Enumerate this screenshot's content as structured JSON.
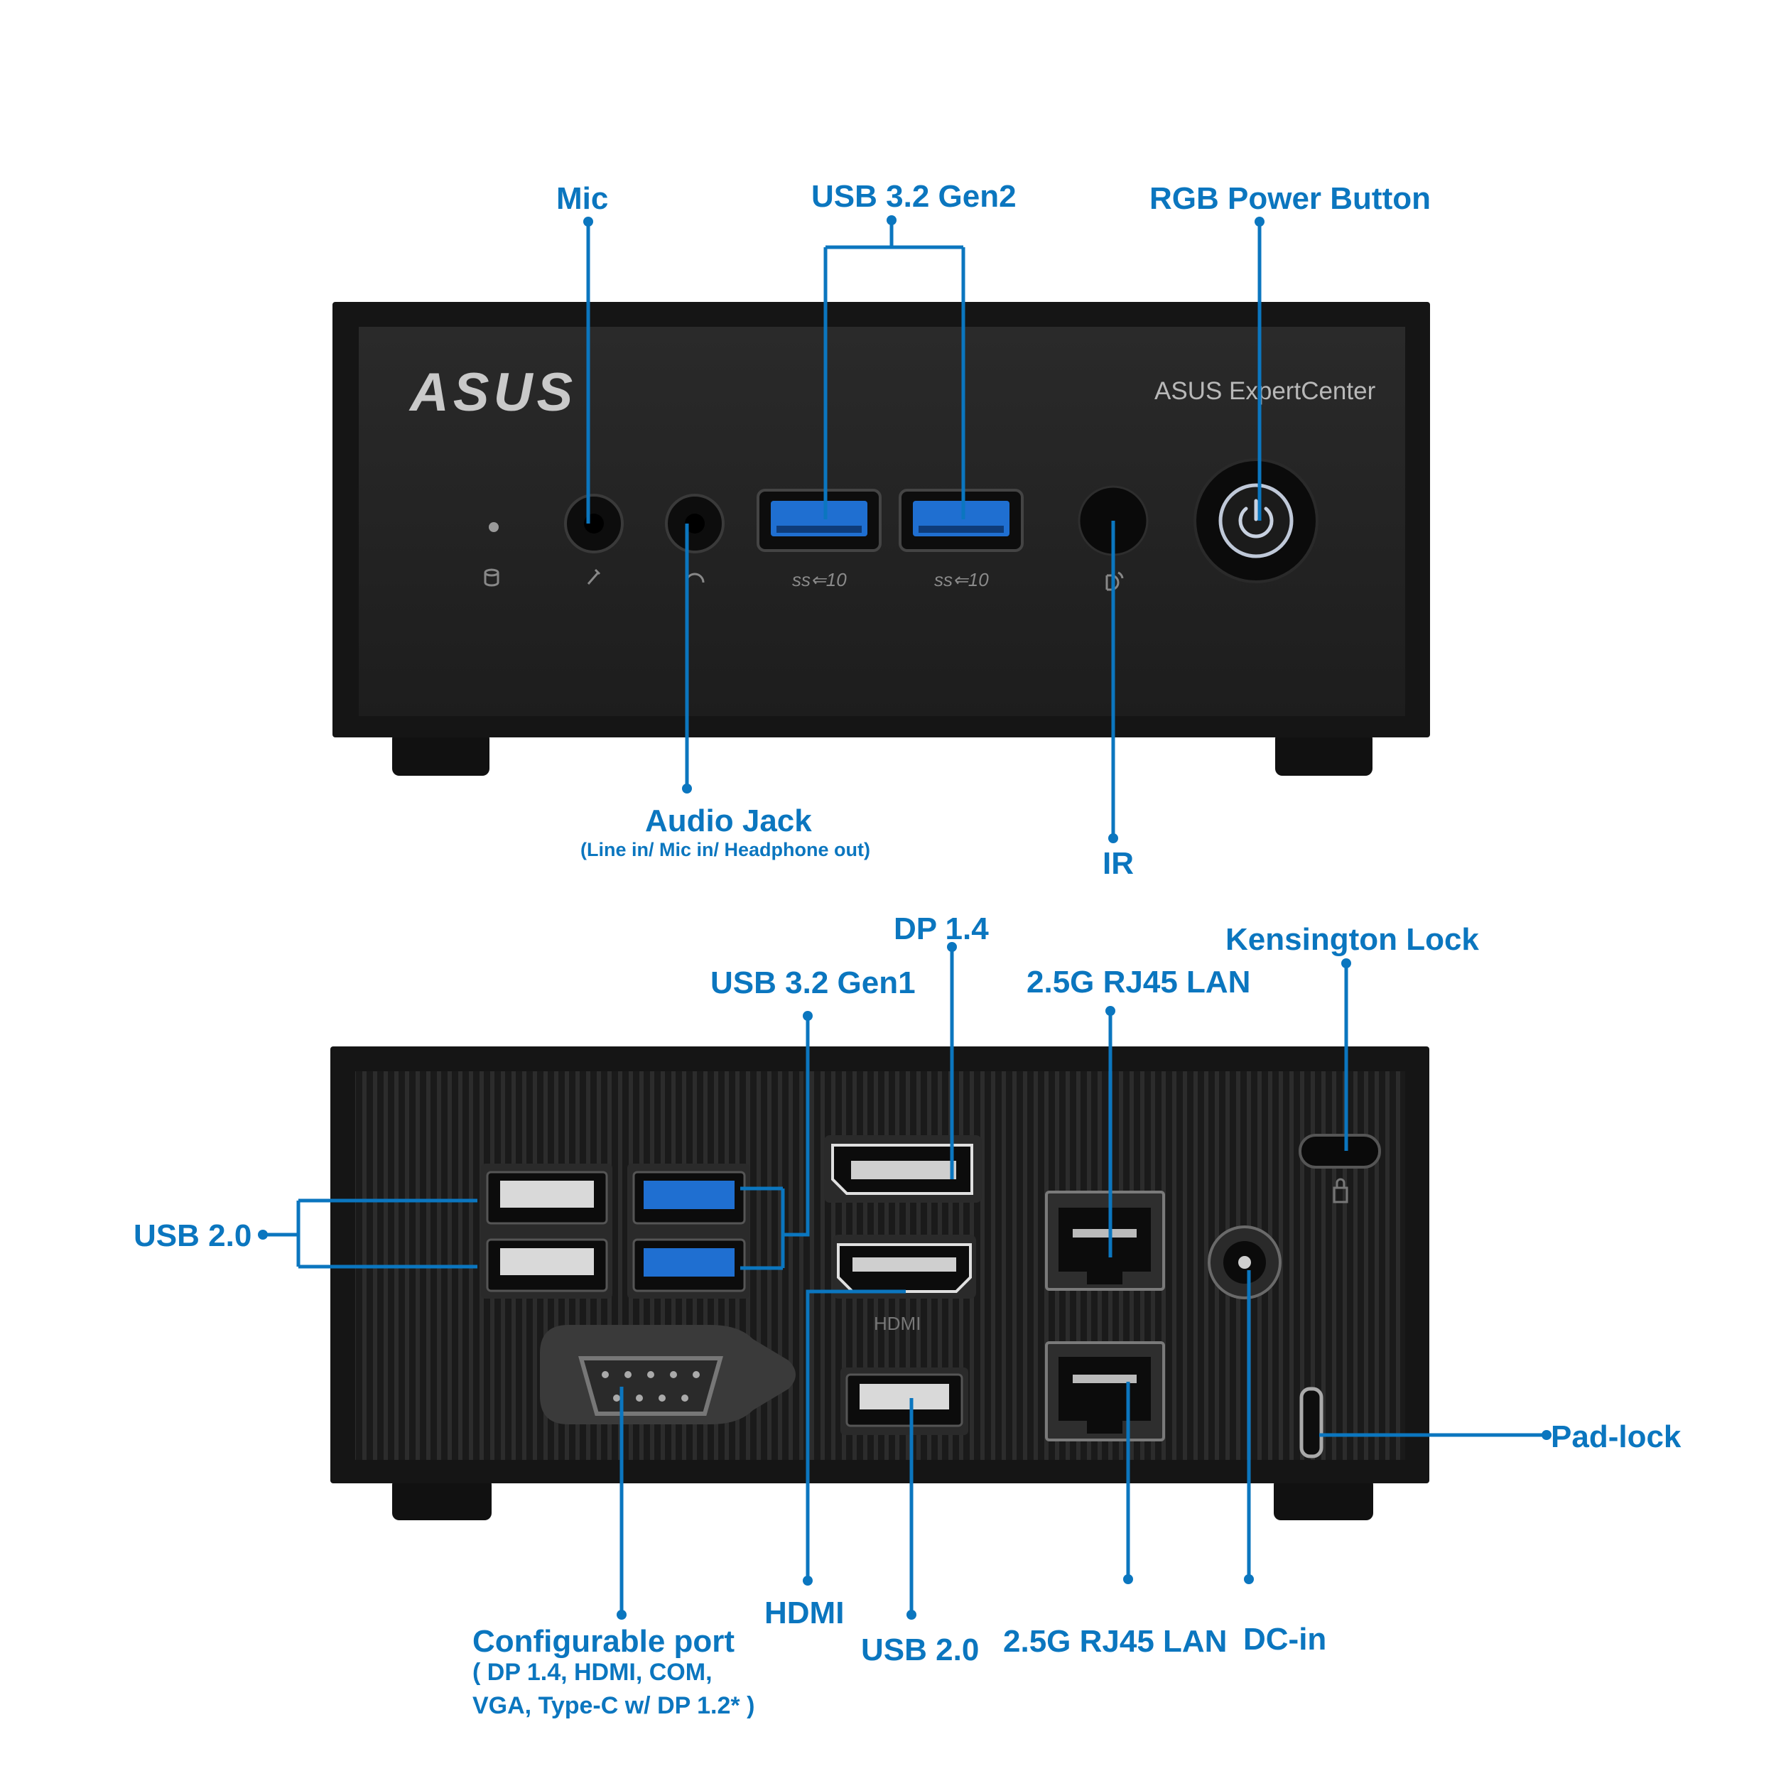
{
  "front_view": {
    "brand_logo": "ASUS",
    "model_text": "ASUS ExpertCenter",
    "labels": {
      "mic": "Mic",
      "usb_gen2": "USB 3.2 Gen2",
      "power_button": "RGB Power Button",
      "audio_jack": "Audio Jack",
      "audio_jack_sub": "(Line in/ Mic in/ Headphone out)",
      "ir": "IR"
    },
    "port_marks": {
      "usb_speed_left": "ss⇐10",
      "usb_speed_right": "ss⇐10"
    }
  },
  "rear_view": {
    "labels": {
      "dp14": "DP 1.4",
      "usb_gen1": "USB 3.2 Gen1",
      "kensington": "Kensington Lock",
      "rj45_top": "2.5G RJ45 LAN",
      "usb20_left": "USB 2.0",
      "padlock": "Pad-lock",
      "hdmi": "HDMI",
      "usb20_bottom": "USB 2.0",
      "rj45_bottom": "2.5G RJ45 LAN",
      "dcin": "DC-in",
      "config_port": "Configurable port",
      "config_port_sub1": "( DP 1.4, HDMI, COM,",
      "config_port_sub2": "VGA, Type-C w/ DP 1.2* )"
    },
    "port_marks": {
      "hdmi_mark": "HDMI"
    }
  },
  "colors": {
    "accent": "#0b76bf",
    "chassis": "#1c1c1c",
    "usb3_blue": "#1f6fd1"
  }
}
